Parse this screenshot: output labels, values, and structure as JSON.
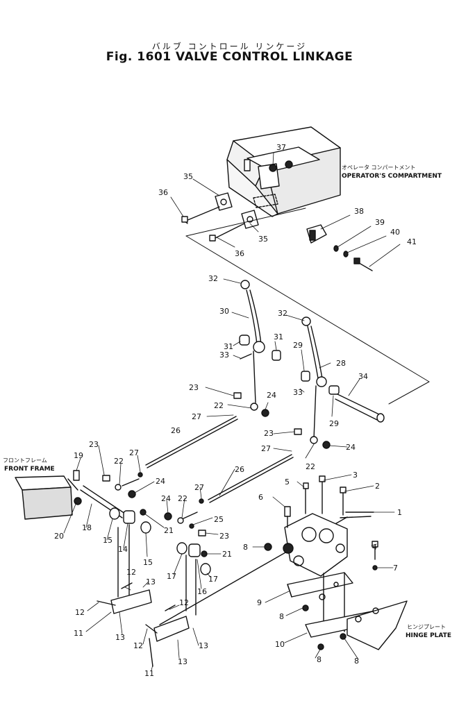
{
  "figure": {
    "title_jp": "バルブ コントロール リンケージ",
    "title_en": "Fig. 1601 VALVE CONTROL LINKAGE"
  },
  "areas": {
    "operators_compartment": {
      "jp": "オペレータ コンパートメント",
      "en": "OPERATOR'S COMPARTMENT"
    },
    "front_frame": {
      "jp": "フロントフレーム",
      "en": "FRONT FRAME"
    },
    "hinge_plate": {
      "jp": "ヒンジプレート",
      "en": "HINGE PLATE"
    }
  },
  "callouts": [
    "37",
    "35",
    "36",
    "35",
    "36",
    "38",
    "39",
    "40",
    "41",
    "32",
    "30",
    "31",
    "31",
    "33",
    "32",
    "29",
    "28",
    "34",
    "33",
    "29",
    "23",
    "22",
    "24",
    "27",
    "26",
    "23",
    "27",
    "24",
    "22",
    "23",
    "22",
    "27",
    "24",
    "19",
    "20",
    "18",
    "15",
    "14",
    "15",
    "21",
    "24",
    "22",
    "27",
    "25",
    "23",
    "21",
    "26",
    "17",
    "16",
    "17",
    "5",
    "3",
    "2",
    "6",
    "1",
    "8",
    "4",
    "7",
    "9",
    "8",
    "10",
    "8",
    "8",
    "12",
    "13",
    "12",
    "11",
    "13",
    "12",
    "12",
    "13",
    "11",
    "13"
  ]
}
